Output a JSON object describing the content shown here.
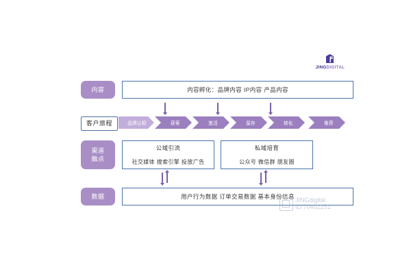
{
  "brand": {
    "logo_icon": "jingdigital-logo-icon",
    "name_part1": "JING",
    "name_part2": "DIGITAL"
  },
  "rows": {
    "content": {
      "label": "内容",
      "box_text": "内容孵化：品牌内容  IP内容  产品内容"
    },
    "journey": {
      "label": "客户旅程",
      "stages": [
        {
          "label": "品牌认知"
        },
        {
          "label": "获客"
        },
        {
          "label": "激活"
        },
        {
          "label": "留存"
        },
        {
          "label": "转化"
        },
        {
          "label": "推荐"
        }
      ]
    },
    "channel": {
      "label_line1": "渠道",
      "label_line2": "触点",
      "panels": [
        {
          "title": "公域引流",
          "items": "社交媒体  搜索引擎  投放广告"
        },
        {
          "title": "私域培育",
          "items": "公众号  微信群  朋友圈"
        }
      ]
    },
    "data": {
      "label": "数据",
      "box_text": "用户行为数据  订单交易数据  基本身份信息"
    }
  },
  "watermark": {
    "icon": "watermark-stamp-icon",
    "name": "JINGdigital",
    "id": "ID:70402251"
  },
  "colors": {
    "pill_purple": "#a98ec6",
    "chevron_purple": "#9b7fbf",
    "chevron_light": "#c2aedb",
    "box_border_blue": "#4a72ab",
    "arrow_purple": "#7b5ea7"
  }
}
